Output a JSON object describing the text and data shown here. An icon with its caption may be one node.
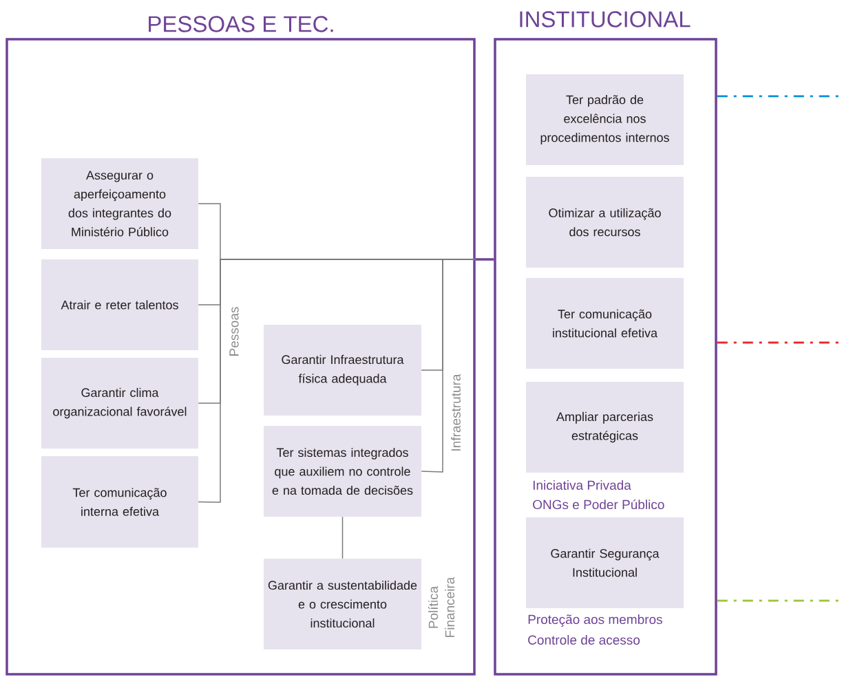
{
  "diagram": {
    "nodes": [
      {
        "text": [
          "PESSOAS E TEC."
        ]
      },
      {
        "text": [
          "INSTITUCIONAL"
        ]
      },
      {
        "text": [
          "Assegurar o aperfeiçoamento dos integrantes do Ministério Público"
        ],
        "in": 0
      },
      {
        "text": [
          "Atrair e reter talentos"
        ],
        "in": 0
      },
      {
        "text": [
          "Garantir clima organizacional favorável"
        ],
        "in": 0
      },
      {
        "text": [
          "Ter comunicação interna efetiva"
        ],
        "in": 0
      },
      {
        "text": [
          "Garantir Infraestrutura física adequada"
        ],
        "in": 0
      },
      {
        "text": [
          "Ter sistemas integrados que auxiliem no controle e na tomada de decisões"
        ],
        "in": 0
      },
      {
        "text": [
          "Garantir a sustentabilidade e o crescimento institucional"
        ],
        "in": 0
      },
      {
        "text": [
          "Ter padrão de excelência nos procedimentos internos"
        ],
        "in": 1
      },
      {
        "text": [
          "Otimizar a utilização dos recursos"
        ],
        "in": 1
      },
      {
        "text": [
          "Ter comunicação institucional efetiva"
        ],
        "in": 1
      },
      {
        "text": [
          "Ampliar parcerias estratégicas"
        ],
        "in": 1,
        "beside": [
          "Iniciativa Privada",
          "ONGs e Poder Público"
        ]
      },
      {
        "text": [
          "Garantir Segurança Institucional"
        ],
        "in": 1,
        "beside": [
          "Proteção aos membros",
          "Controle de acesso"
        ]
      }
    ],
    "edges": [
      {
        "from": 2,
        "to": 1,
        "arrow": "none"
      },
      {
        "from": 3,
        "to": 1,
        "arrow": "none"
      },
      {
        "from": 4,
        "to": 1,
        "arrow": "none"
      },
      {
        "from": 5,
        "to": 1,
        "arrow": "none"
      },
      {
        "from": 6,
        "to": 1,
        "arrow": "none"
      },
      {
        "from": 7,
        "to": 1,
        "arrow": "none"
      },
      {
        "from": 7,
        "to": 8,
        "arrow": "none"
      },
      {
        "from": 0,
        "to": 1,
        "arrow": "none",
        "style": "thick",
        "color": "#6e4396"
      },
      {
        "from": 1,
        "to": null,
        "arrow": "none",
        "style": "dashed",
        "color": "#0090d8"
      },
      {
        "from": 1,
        "to": null,
        "arrow": "none",
        "style": "dashed",
        "color": "#e8262a"
      },
      {
        "from": 1,
        "to": null,
        "arrow": "none",
        "style": "dashed",
        "color": "#9dc63b"
      }
    ],
    "labels": [
      "Pessoas",
      "Infraestrutura",
      "Política Financeira"
    ]
  }
}
